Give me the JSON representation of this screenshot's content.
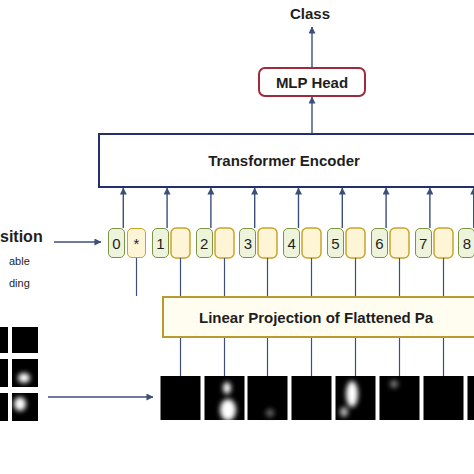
{
  "diagram": {
    "nodes": [
      {
        "text": [
          "MLP Head"
        ]
      },
      {
        "text": [
          "Transformer Encoder"
        ]
      },
      {
        "text": [
          "0"
        ]
      },
      {
        "text": [
          "*"
        ]
      },
      {
        "text": [
          "1"
        ]
      },
      {
        "text": [
          "2"
        ]
      },
      {
        "text": [
          "3"
        ]
      },
      {
        "text": [
          "4"
        ]
      },
      {
        "text": [
          "5"
        ]
      },
      {
        "text": [
          "6"
        ]
      },
      {
        "text": [
          "7"
        ]
      },
      {
        "text": [
          "8"
        ]
      },
      {
        "text": [
          "Linear Projection of Flattened Pa"
        ]
      }
    ],
    "edges": [
      {
        "from": 1,
        "to": 0,
        "arrow": "to"
      },
      {
        "from": 2,
        "to": 1,
        "arrow": "to"
      },
      {
        "from": 4,
        "to": 1,
        "arrow": "to"
      },
      {
        "from": 5,
        "to": 1,
        "arrow": "to"
      },
      {
        "from": 6,
        "to": 1,
        "arrow": "to"
      },
      {
        "from": 7,
        "to": 1,
        "arrow": "to"
      },
      {
        "from": 8,
        "to": 1,
        "arrow": "to"
      },
      {
        "from": 9,
        "to": 1,
        "arrow": "to"
      },
      {
        "from": 10,
        "to": 1,
        "arrow": "to"
      },
      {
        "from": 11,
        "to": 1,
        "arrow": "to"
      }
    ],
    "labels": [
      "Class",
      "sition",
      "able",
      "ding"
    ]
  }
}
